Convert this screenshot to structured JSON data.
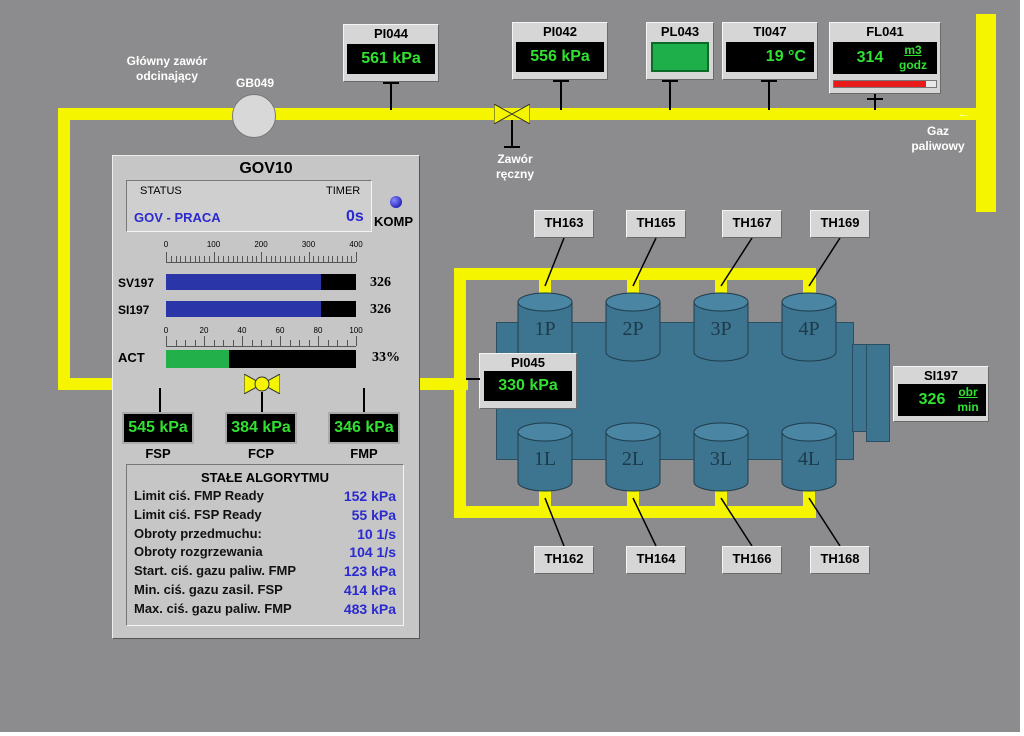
{
  "colors": {
    "background": "#8c8c8e",
    "pipe": "#f5f500",
    "lcd_text": "#31e131",
    "bar_fill": "#2a35a8",
    "act_fill": "#21b04a",
    "engine": "#3d748f",
    "flow_bar": "#e81a1a"
  },
  "labels": {
    "main_valve_line1": "Główny zawór",
    "main_valve_line2": "odcinający",
    "manual_valve_line1": "Zawór",
    "manual_valve_line2": "ręczny",
    "fuel_gas_line1": "Gaz",
    "fuel_gas_line2": "paliwowy",
    "gb049": "GB049"
  },
  "instruments": {
    "pi044": {
      "tag": "PI044",
      "value": "561 kPa"
    },
    "pi042": {
      "tag": "PI042",
      "value": "556 kPa"
    },
    "pl043": {
      "tag": "PL043"
    },
    "ti047": {
      "tag": "TI047",
      "value": "19 °C"
    },
    "fl041": {
      "tag": "FL041",
      "value": "314",
      "unit_top": "m3",
      "unit_bottom": "godz",
      "level": 0.9
    },
    "pi045": {
      "tag": "PI045",
      "value": "330 kPa"
    },
    "si197_box": {
      "tag": "SI197",
      "value": "326",
      "unit_top": "obr",
      "unit_bottom": "min"
    },
    "fsp": {
      "value": "545 kPa",
      "label": "FSP"
    },
    "fcp": {
      "value": "384 kPa",
      "label": "FCP"
    },
    "fmp": {
      "value": "346 kPa",
      "label": "FMP"
    }
  },
  "cylinders": {
    "top": [
      "1P",
      "2P",
      "3P",
      "4P"
    ],
    "bottom": [
      "1L",
      "2L",
      "3L",
      "4L"
    ]
  },
  "thermo": {
    "top": [
      "TH163",
      "TH165",
      "TH167",
      "TH169"
    ],
    "bottom": [
      "TH162",
      "TH164",
      "TH166",
      "TH168"
    ]
  },
  "gov": {
    "title": "GOV10",
    "status_header": "STATUS",
    "timer_header": "TIMER",
    "status_value": "GOV - PRACA",
    "timer_value": "0s",
    "komp_label": "KOMP",
    "scale1": [
      "0",
      "100",
      "200",
      "300",
      "400"
    ],
    "scale2": [
      "0",
      "20",
      "40",
      "60",
      "80",
      "100"
    ],
    "sv197": {
      "label": "SV197",
      "value": "326",
      "level": 326,
      "max": 400
    },
    "si197": {
      "label": "SI197",
      "value": "326",
      "level": 326,
      "max": 400
    },
    "act": {
      "label": "ACT",
      "value": "33%",
      "level": 33,
      "max": 100
    }
  },
  "constants": {
    "title": "STAŁE ALGORYTMU",
    "rows": [
      {
        "name": "Limit ciś. FMP Ready",
        "value": "152 kPa"
      },
      {
        "name": "Limit ciś. FSP Ready",
        "value": "55 kPa"
      },
      {
        "name": "Obroty przedmuchu:",
        "value": "10 1/s"
      },
      {
        "name": "Obroty rozgrzewania",
        "value": "104 1/s"
      },
      {
        "name": "Start. ciś. gazu paliw. FMP",
        "value": "123 kPa"
      },
      {
        "name": "Min. ciś. gazu zasil. FSP",
        "value": "414 kPa"
      },
      {
        "name": "Max. ciś. gazu paliw. FMP",
        "value": "483 kPa"
      }
    ]
  }
}
